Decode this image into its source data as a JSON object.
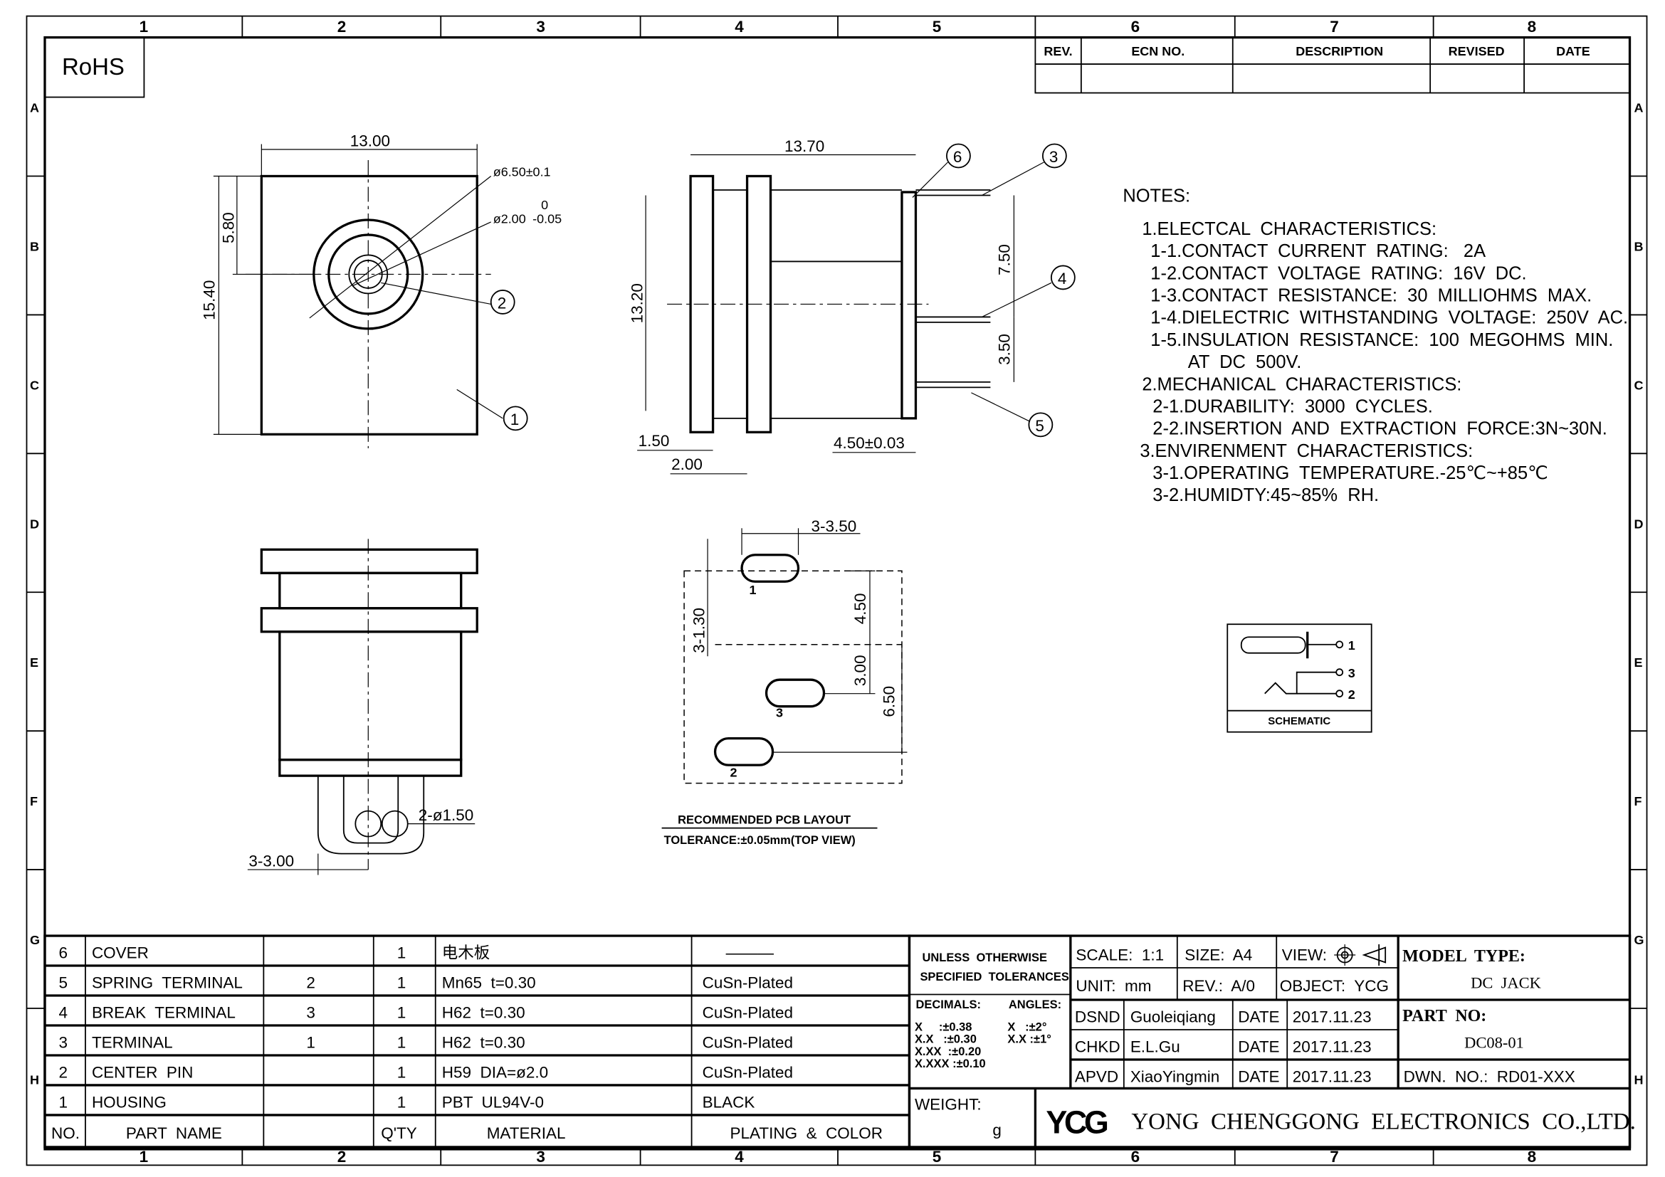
{
  "rohs": "RoHS",
  "zones": {
    "columns": [
      "1",
      "2",
      "3",
      "4",
      "5",
      "6",
      "7",
      "8"
    ],
    "rows": [
      "A",
      "B",
      "C",
      "D",
      "E",
      "F",
      "G",
      "H"
    ]
  },
  "revision_table": {
    "headers": [
      "REV.",
      "ECN NO.",
      "DESCRIPTION",
      "REVISED",
      "DATE"
    ]
  },
  "front_view": {
    "dims": {
      "width": "13.00",
      "height": "15.40",
      "center": "5.80",
      "outer_dia": "ø6.50±0.1",
      "pin_dia": "ø2.00",
      "pin_tol_upper": "0",
      "pin_tol_lower": "-0.05"
    },
    "callouts": [
      "2",
      "1"
    ]
  },
  "side_view": {
    "dims": {
      "length": "13.70",
      "height": "13.20",
      "pin_gap_1": "7.50",
      "pin_gap_2": "3.50",
      "flange1": "1.50",
      "flange2": "2.00",
      "pin_len": "4.50±0.03"
    },
    "callouts": [
      "6",
      "3",
      "4",
      "5"
    ]
  },
  "bottom_view": {
    "dims": {
      "hole": "2-ø1.50",
      "spacing": "3-3.00"
    }
  },
  "pcb_layout": {
    "dims": {
      "slot": "3-3.50",
      "slot_w": "3-1.30",
      "d1": "4.50",
      "d2": "3.00",
      "d3": "6.50"
    },
    "pads": [
      "1",
      "3",
      "2"
    ],
    "caption": "RECOMMENDED PCB LAYOUT",
    "tolerance": "TOLERANCE:±0.05mm(TOP VIEW)"
  },
  "notes": {
    "title": "NOTES:",
    "lines": [
      "1.ELECTCAL  CHARACTERISTICS:",
      "1-1.CONTACT  CURRENT  RATING:   2A",
      "1-2.CONTACT  VOLTAGE  RATING:  16V  DC.",
      "1-3.CONTACT  RESISTANCE:  30  MILLIOHMS  MAX.",
      "1-4.DIELECTRIC  WITHSTANDING  VOLTAGE:  250V  AC.",
      "1-5.INSULATION  RESISTANCE:  100  MEGOHMS  MIN.",
      "AT  DC  500V.",
      "2.MECHANICAL  CHARACTERISTICS:",
      "2-1.DURABILITY:  3000  CYCLES.",
      "2-2.INSERTION  AND  EXTRACTION  FORCE:3N~30N.",
      "3.ENVIRENMENT  CHARACTERISTICS:",
      "3-1.OPERATING  TEMPERATURE.-25℃~+85℃",
      "3-2.HUMIDTY:45~85%  RH."
    ]
  },
  "schematic": {
    "pins": [
      "1",
      "3",
      "2"
    ],
    "caption": "SCHEMATIC"
  },
  "parts_table": {
    "rows": [
      {
        "no": "6",
        "name": "COVER",
        "ref": "",
        "qty": "1",
        "material": "电木板",
        "plating": "———"
      },
      {
        "no": "5",
        "name": "SPRING  TERMINAL",
        "ref": "2",
        "qty": "1",
        "material": "Mn65  t=0.30",
        "plating": "CuSn-Plated"
      },
      {
        "no": "4",
        "name": "BREAK  TERMINAL",
        "ref": "3",
        "qty": "1",
        "material": "H62  t=0.30",
        "plating": "CuSn-Plated"
      },
      {
        "no": "3",
        "name": "TERMINAL",
        "ref": "1",
        "qty": "1",
        "material": "H62  t=0.30",
        "plating": "CuSn-Plated"
      },
      {
        "no": "2",
        "name": "CENTER  PIN",
        "ref": "",
        "qty": "1",
        "material": "H59  DIA=ø2.0",
        "plating": "CuSn-Plated"
      },
      {
        "no": "1",
        "name": "HOUSING",
        "ref": "",
        "qty": "1",
        "material": "PBT  UL94V-0",
        "plating": "BLACK"
      }
    ],
    "header": {
      "no": "NO.",
      "name": "PART  NAME",
      "qty": "Q'TY",
      "material": "MATERIAL",
      "plating": "PLATING  &  COLOR"
    }
  },
  "title_block": {
    "tolerance_header_1": "UNLESS  OTHERWISE",
    "tolerance_header_2": "SPECIFIED  TOLERANCES",
    "decimals_label": "DECIMALS:",
    "angles_label": "ANGLES:",
    "tolerances": [
      {
        "d": "X     :±0.38",
        "a": "X   :±2°"
      },
      {
        "d": "X.X   :±0.30",
        "a": "X.X :±1°"
      },
      {
        "d": "X.XX  :±0.20",
        "a": ""
      },
      {
        "d": "X.XXX :±0.10",
        "a": ""
      }
    ],
    "weight_label": "WEIGHT:",
    "weight_unit": "g",
    "scale": "SCALE:  1:1",
    "size": "SIZE:  A4",
    "view": "VIEW:",
    "unit": "UNIT:  mm",
    "rev": "REV.:  A/0",
    "object": "OBJECT:  YCG",
    "signoffs": [
      {
        "role": "DSND",
        "name": "Guoleiqiang",
        "date_label": "DATE",
        "date": "2017.11.23"
      },
      {
        "role": "CHKD",
        "name": "E.L.Gu",
        "date_label": "DATE",
        "date": "2017.11.23"
      },
      {
        "role": "APVD",
        "name": "XiaoYingmin",
        "date_label": "DATE",
        "date": "2017.11.23"
      }
    ],
    "model_type_label": "MODEL  TYPE:",
    "model_type": "DC  JACK",
    "part_no_label": "PART  NO:",
    "part_no": "DC08-01",
    "dwn_no": "DWN.  NO.:  RD01-XXX",
    "logo": "YCG",
    "company": "YONG  CHENGGONG  ELECTRONICS  CO.,LTD."
  }
}
